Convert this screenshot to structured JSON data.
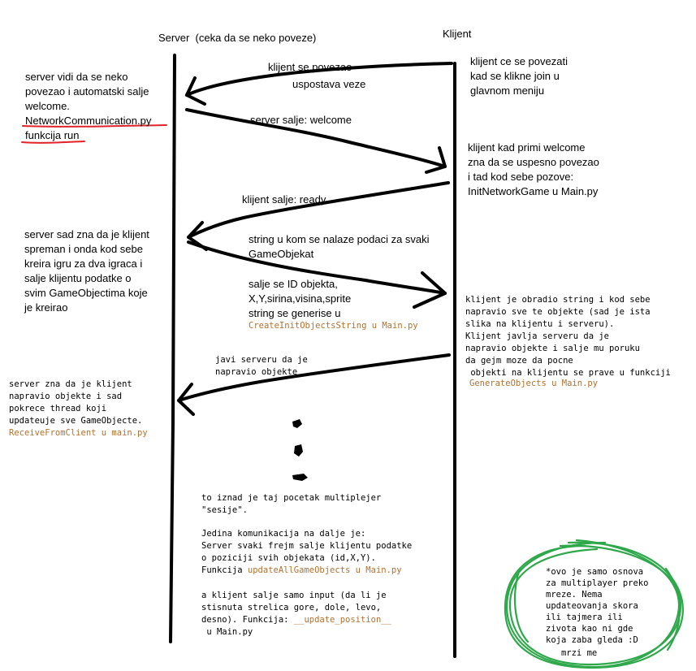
{
  "server_header": "Server  (ceka da se neko poveze)",
  "client_header": "Klijent",
  "server_notes": {
    "n1": [
      "server vidi da se neko",
      "povezao i automatski salje",
      "welcome."
    ],
    "n1_file": "NetworkCommunication.py",
    "n1_func": "funkcija run",
    "n2": [
      "server sad zna da je klijent",
      "spreman i onda kod sebe",
      "kreira igru za dva igraca i",
      "salje klijentu podatke o",
      "svim GameObjectima koje",
      "je kreirao"
    ],
    "n3": [
      "server zna da je klijent",
      "napravio objekte i sad",
      "pokrece thread koji",
      "updateuje sve GameObjecte."
    ],
    "n3_ref": "ReceiveFromClient u main.py"
  },
  "client_notes": {
    "n1": [
      "klijent ce se povezati",
      "kad se klikne join u",
      "glavnom meniju"
    ],
    "n2": [
      "klijent kad primi welcome",
      "zna da se uspesno povezao",
      "i tad kod sebe pozove:",
      "InitNetworkGame u Main.py"
    ],
    "n3": [
      "klijent je obradio string i kod sebe",
      "napravio sve te objekte (sad je ista",
      "slika na klijentu i serveru).",
      "Klijent javlja serveru da je",
      "napravio objekte i salje mu poruku",
      "da gejm moze da pocne",
      " objekti na klijentu se prave u funkciji"
    ],
    "n3_ref": "GenerateObjects u Main.py"
  },
  "messages": {
    "m1": [
      "klijent se povezao",
      "uspostava veze"
    ],
    "m2": "server salje: welcome",
    "m3": "klijent salje: ready",
    "m4_head": [
      "string u kom se nalaze podaci za svaki",
      "GameObjekat"
    ],
    "m4_body": [
      "salje se ID objekta,",
      "X,Y,sirina,visina,sprite",
      "string se generise u"
    ],
    "m4_ref": "CreateInitObjectsString u Main.py",
    "m5": [
      "javi serveru da je",
      "napravio objekte"
    ]
  },
  "bottom": {
    "p1": [
      "to iznad je taj pocetak multiplejer",
      "\"sesije\"."
    ],
    "p2": [
      "Jedina komunikacija na dalje je:",
      "Server svaki frejm salje klijentu podatke",
      "o poziciji svih objekata (id,X,Y)."
    ],
    "p2_prefix": "Funkcija ",
    "p2_ref": "updateAllGameObjects u Main.py",
    "p3": [
      "a klijent salje samo input (da li je",
      "stisnuta strelica gore, dole, levo,"
    ],
    "p3_prefix": "desno). Funkcija: ",
    "p3_ref": "__update_position__",
    "p3_tail": " u Main.py"
  },
  "green_note": [
    "*ovo je samo osnova",
    "za multiplayer preko",
    "mreze. Nema",
    "updateovanja skora",
    "ili tajmera ili",
    "zivota kao ni gde",
    "koja zaba gleda :D",
    "",
    "   mrzi me"
  ],
  "colors": {
    "ink": "#000000",
    "underline": "#e0232a",
    "code": "#b5702d",
    "scribble": "#2ea84a"
  }
}
